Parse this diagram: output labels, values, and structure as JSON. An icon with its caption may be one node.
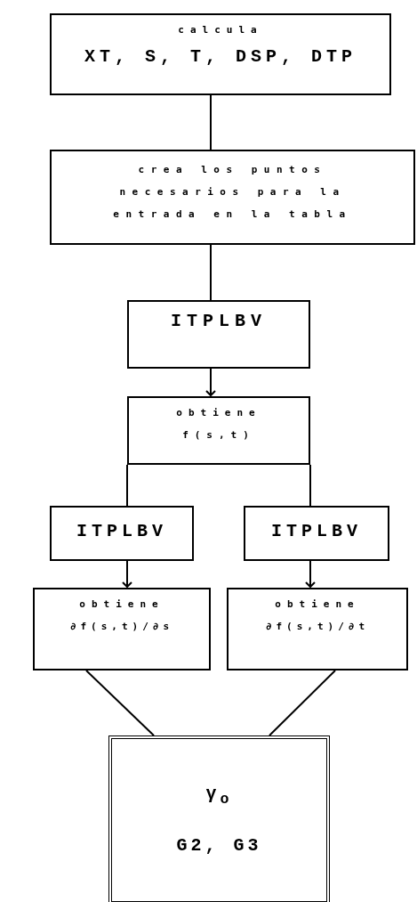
{
  "diagram": {
    "nodes": [
      {
        "text": [
          "calcula",
          "XT, S, T, DSP, DTP"
        ]
      },
      {
        "text": [
          "crea los puntos necesarios para la entrada en la tabla"
        ]
      },
      {
        "text": [
          "ITPLBV"
        ]
      },
      {
        "text": [
          "obtiene",
          "f(s,t)"
        ]
      },
      {
        "text": [
          "ITPLBV"
        ]
      },
      {
        "text": [
          "ITPLBV"
        ]
      },
      {
        "text": [
          "obtiene",
          "∂f(s,t)/∂s"
        ]
      },
      {
        "text": [
          "obtiene",
          "∂f(s,t)/∂t"
        ]
      },
      {
        "text": [
          "γ$_{o}$",
          "G2, G3"
        ]
      }
    ],
    "edges": [
      {
        "from": 0,
        "to": 1,
        "arrow": "none"
      },
      {
        "from": 1,
        "to": 2,
        "arrow": "none"
      },
      {
        "from": 2,
        "to": 3,
        "arrow": "to"
      },
      {
        "from": 3,
        "to": 4,
        "arrow": "none"
      },
      {
        "from": 3,
        "to": 5,
        "arrow": "none"
      },
      {
        "from": 4,
        "to": 6,
        "arrow": "to"
      },
      {
        "from": 5,
        "to": 7,
        "arrow": "to"
      },
      {
        "from": 6,
        "to": 8,
        "arrow": "none"
      },
      {
        "from": 7,
        "to": 8,
        "arrow": "none"
      }
    ]
  }
}
